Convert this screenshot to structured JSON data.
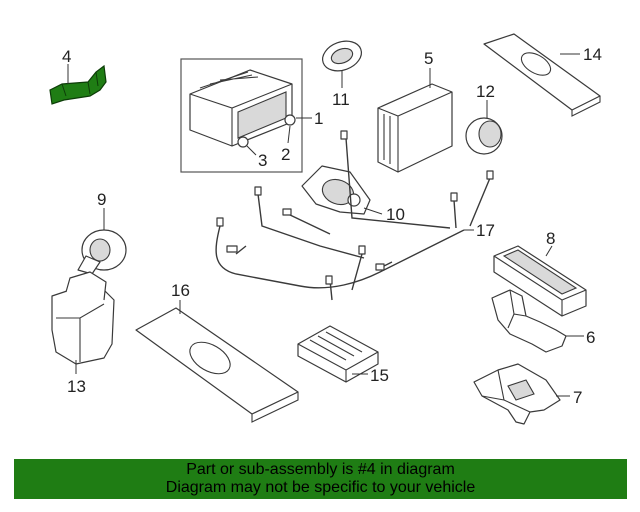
{
  "callouts": {
    "c1": "1",
    "c2": "2",
    "c3": "3",
    "c4": "4",
    "c5": "5",
    "c6": "6",
    "c7": "7",
    "c8": "8",
    "c9": "9",
    "c10": "10",
    "c11": "11",
    "c12": "12",
    "c13": "13",
    "c14": "14",
    "c15": "15",
    "c16": "16",
    "c17": "17"
  },
  "highlight_color": "#1f7d14",
  "footer": {
    "line1": "Part or sub-assembly is #4 in diagram",
    "line2": "Diagram may not be specific to your vehicle"
  }
}
